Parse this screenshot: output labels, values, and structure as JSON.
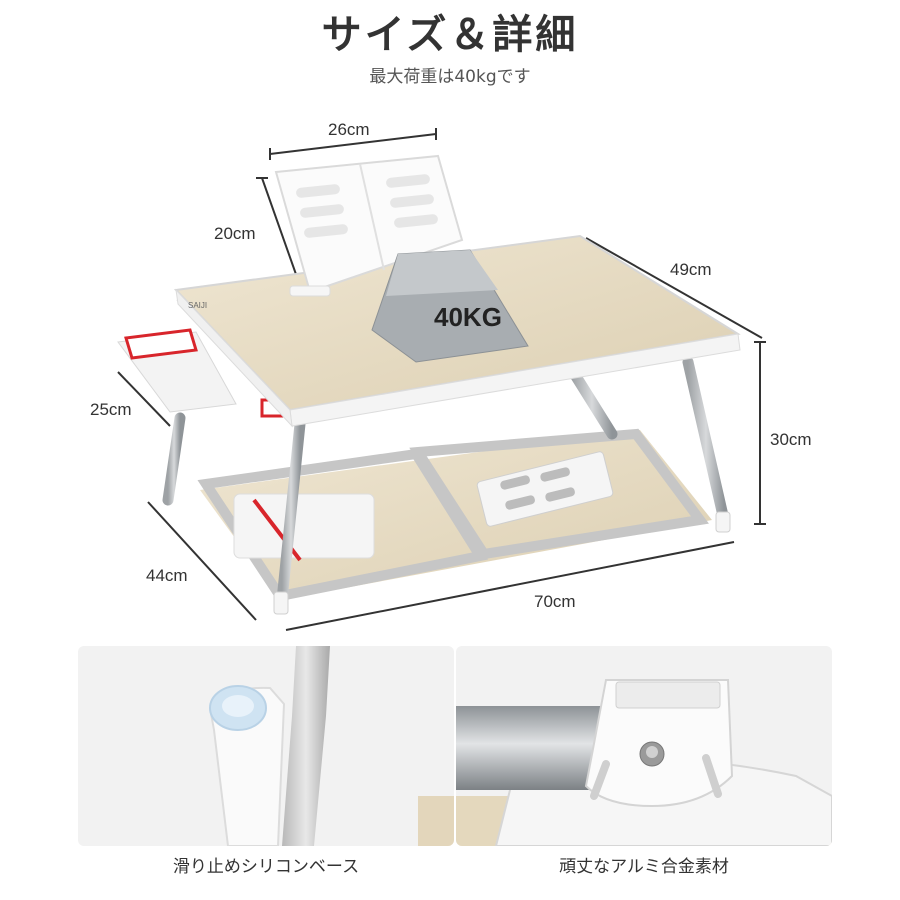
{
  "title": "サイズ＆詳細",
  "subtitle": "最大荷重は40kgです",
  "dimensions": {
    "stand_width": "26cm",
    "stand_height": "20cm",
    "table_depth": "49cm",
    "drawer": "25cm",
    "table_height": "30cm",
    "base_depth": "44cm",
    "table_width": "70cm"
  },
  "weight_label": "40KG",
  "brand_mark": "SAIJI",
  "details": [
    {
      "caption": "滑り止めシリコンベース"
    },
    {
      "caption": "頑丈なアルミ合金素材"
    }
  ],
  "colors": {
    "wood": "#e8dcc2",
    "white": "#f7f7f7",
    "aluminum": "#c9c9c9",
    "accent_red": "#d8252b",
    "weight_gray": "#9aa0a4"
  }
}
